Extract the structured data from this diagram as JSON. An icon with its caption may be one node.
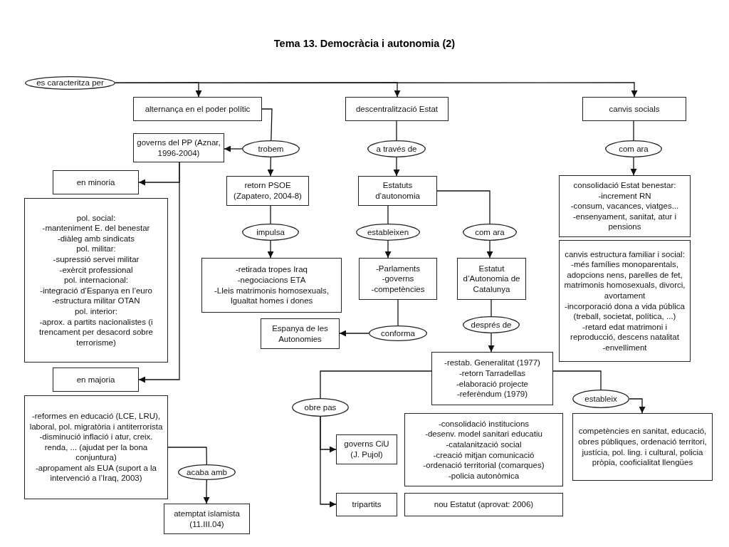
{
  "diagram": {
    "title": "Tema 13. Democràcia i autonomia (2)",
    "nodes": [
      {
        "text": [
          "es caracteritza per"
        ]
      },
      {
        "text": [
          "alternança en el poder polític"
        ]
      },
      {
        "text": [
          "descentralització Estat"
        ]
      },
      {
        "text": [
          "canvis socials"
        ]
      },
      {
        "text": [
          "governs del PP (Aznar, 1996-2004)"
        ]
      },
      {
        "text": [
          "trobem"
        ]
      },
      {
        "text": [
          "a través de"
        ]
      },
      {
        "text": [
          "com ara"
        ]
      },
      {
        "text": [
          "en minoria"
        ]
      },
      {
        "text": [
          "retorn PSOE (Zapatero, 2004-8)"
        ]
      },
      {
        "text": [
          "Estatuts d’autonomia"
        ]
      },
      {
        "text": [
          "consolidació Estat benestar:",
          "-increment RN",
          "-consum, vacances, viatges...",
          "-ensenyament, sanitat, atur i pensions"
        ]
      },
      {
        "text": [
          "pol. social:",
          "-manteniment E. del benestar",
          "-diàleg amb sindicats",
          "pol. militar:",
          "-supressió servei militar",
          "-exèrcit professional",
          "pol. internacional:",
          "-integració d’Espanya en l’euro",
          "-estructura militar OTAN",
          "pol. interior:",
          "-aprox. a partits nacionalistes (i trencament per desacord sobre terrorisme)"
        ]
      },
      {
        "text": [
          "impulsa"
        ]
      },
      {
        "text": [
          "estableixen"
        ]
      },
      {
        "text": [
          "com ara"
        ]
      },
      {
        "text": [
          "canvis estructura familiar i social:",
          "-més famílies monoparentals, adopcions nens, parelles de fet, matrimonis homosexuals, divorci, avortament",
          "-incorporació dona a vida pública (treball, societat, política, ...)",
          "-retard edat matrimoni i reproducció, descens natalitat",
          "-envelliment"
        ]
      },
      {
        "text": [
          "-retirada tropes Iraq",
          "-negociacions ETA",
          "-Lleis matrimonis homosexuals, Igualtat homes i dones"
        ]
      },
      {
        "text": [
          "-Parlaments",
          "-governs",
          "-competències"
        ]
      },
      {
        "text": [
          "Estatut d’Autonomia de Catalunya"
        ]
      },
      {
        "text": [
          "Espanya de les Autonomies"
        ]
      },
      {
        "text": [
          "conforma"
        ]
      },
      {
        "text": [
          "després de"
        ]
      },
      {
        "text": [
          "-restab. Generalitat (1977)",
          "-retorn Tarradellas",
          "-elaboració projecte",
          "-referèndum (1979)"
        ]
      },
      {
        "text": [
          "en majoria"
        ]
      },
      {
        "text": [
          "-reformes en educació (LCE, LRU), laboral, pol. migratòria i antiterrorista",
          "-disminució inflació i atur, creix. renda, ... (ajudat per la bona conjuntura)",
          "-apropament als EUA (suport a la intervenció a l’Iraq, 2003)"
        ]
      },
      {
        "text": [
          "obre pas"
        ]
      },
      {
        "text": [
          "estableix"
        ]
      },
      {
        "text": [
          "-consolidació institucions",
          "-desenv. model sanitari educatiu",
          "-catalanització social",
          "-creació mitjan comunicació",
          "-ordenació territorial (comarques)",
          "-policia autonòmica"
        ]
      },
      {
        "text": [
          "competències en sanitat, educació, obres públiques, ordenació territori, justícia, pol. ling. i cultural, policia pròpia, cooficialitat llengües"
        ]
      },
      {
        "text": [
          "governs CiU (J. Pujol)"
        ]
      },
      {
        "text": [
          "acaba amb"
        ]
      },
      {
        "text": [
          "tripartits"
        ]
      },
      {
        "text": [
          "nou Estatut (aprovat: 2006)"
        ]
      },
      {
        "text": [
          "atemptat islamista (11.III.04)"
        ]
      }
    ],
    "edges": [
      {
        "from": 0,
        "to": 1,
        "arrow": "to"
      },
      {
        "from": 0,
        "to": 2,
        "arrow": "to"
      },
      {
        "from": 0,
        "to": 3,
        "arrow": "to"
      },
      {
        "from": 1,
        "to": 5,
        "arrow": "none"
      },
      {
        "from": 5,
        "to": 4,
        "arrow": "to"
      },
      {
        "from": 5,
        "to": 9,
        "arrow": "to"
      },
      {
        "from": 4,
        "to": 8,
        "arrow": "to"
      },
      {
        "from": 4,
        "to": 24,
        "arrow": "to"
      },
      {
        "from": 9,
        "to": 13,
        "arrow": "none"
      },
      {
        "from": 13,
        "to": 17,
        "arrow": "to"
      },
      {
        "from": 2,
        "to": 6,
        "arrow": "none"
      },
      {
        "from": 6,
        "to": 10,
        "arrow": "to"
      },
      {
        "from": 10,
        "to": 14,
        "arrow": "none"
      },
      {
        "from": 10,
        "to": 15,
        "arrow": "none"
      },
      {
        "from": 14,
        "to": 18,
        "arrow": "to"
      },
      {
        "from": 15,
        "to": 19,
        "arrow": "to"
      },
      {
        "from": 18,
        "to": 21,
        "arrow": "none"
      },
      {
        "from": 21,
        "to": 20,
        "arrow": "to"
      },
      {
        "from": 19,
        "to": 22,
        "arrow": "none"
      },
      {
        "from": 22,
        "to": 23,
        "arrow": "to"
      },
      {
        "from": 23,
        "to": 26,
        "arrow": "none"
      },
      {
        "from": 23,
        "to": 27,
        "arrow": "none"
      },
      {
        "from": 26,
        "to": 30,
        "arrow": "to"
      },
      {
        "from": 26,
        "to": 32,
        "arrow": "to"
      },
      {
        "from": 27,
        "to": 29,
        "arrow": "to"
      },
      {
        "from": 3,
        "to": 7,
        "arrow": "none"
      },
      {
        "from": 7,
        "to": 11,
        "arrow": "to"
      },
      {
        "from": 25,
        "to": 31,
        "arrow": "none"
      },
      {
        "from": 31,
        "to": 34,
        "arrow": "to"
      }
    ]
  }
}
